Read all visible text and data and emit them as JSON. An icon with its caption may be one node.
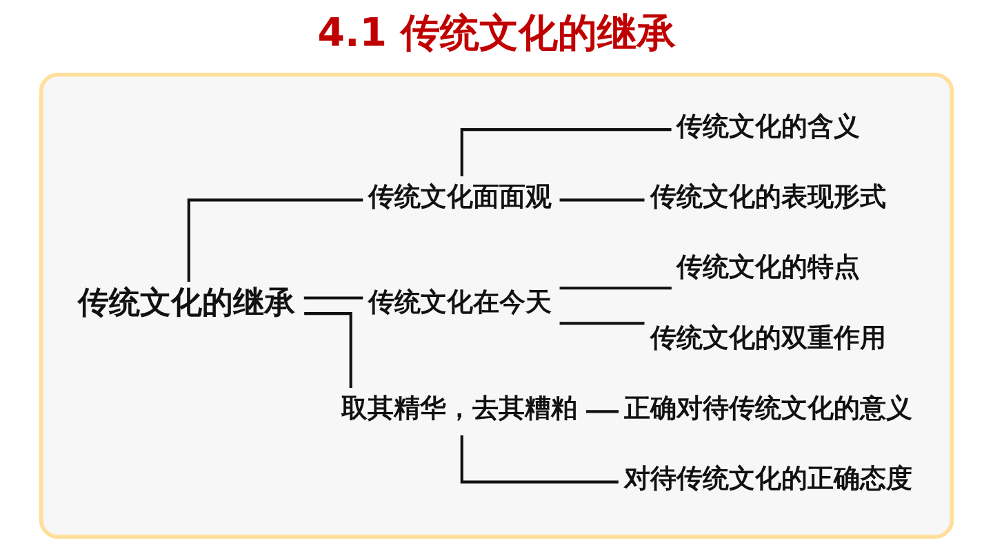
{
  "diagram": {
    "title": "4.1 传统文化的继承",
    "nodes": [
      {
        "text": [],
        "shape": "box"
      },
      {
        "text": [
          "传统文化的继承"
        ],
        "in": 0
      },
      {
        "text": [
          "传统文化面面观"
        ],
        "in": 0
      },
      {
        "text": [
          "传统文化的含义"
        ],
        "in": 0
      },
      {
        "text": [
          "传统文化的表现形式"
        ],
        "in": 0
      },
      {
        "text": [
          "传统文化在今天"
        ],
        "in": 0
      },
      {
        "text": [
          "传统文化的特点"
        ],
        "in": 0
      },
      {
        "text": [
          "传统文化的双重作用"
        ],
        "in": 0
      },
      {
        "text": [
          "取其精华，去其糟粕"
        ],
        "in": 0
      },
      {
        "text": [
          "正确对待传统文化的意义"
        ],
        "in": 0
      },
      {
        "text": [
          "对待传统文化的正确态度"
        ],
        "in": 0
      }
    ],
    "edges": [
      {
        "from": 1,
        "to": 2,
        "arrow": "none"
      },
      {
        "from": 1,
        "to": 5,
        "arrow": "none"
      },
      {
        "from": 1,
        "to": 8,
        "arrow": "none"
      },
      {
        "from": 2,
        "to": 3,
        "arrow": "none"
      },
      {
        "from": 2,
        "to": 4,
        "arrow": "none"
      },
      {
        "from": 5,
        "to": 6,
        "arrow": "none"
      },
      {
        "from": 5,
        "to": 7,
        "arrow": "none"
      },
      {
        "from": 8,
        "to": 9,
        "arrow": "none"
      },
      {
        "from": 8,
        "to": 10,
        "arrow": "none"
      }
    ]
  }
}
